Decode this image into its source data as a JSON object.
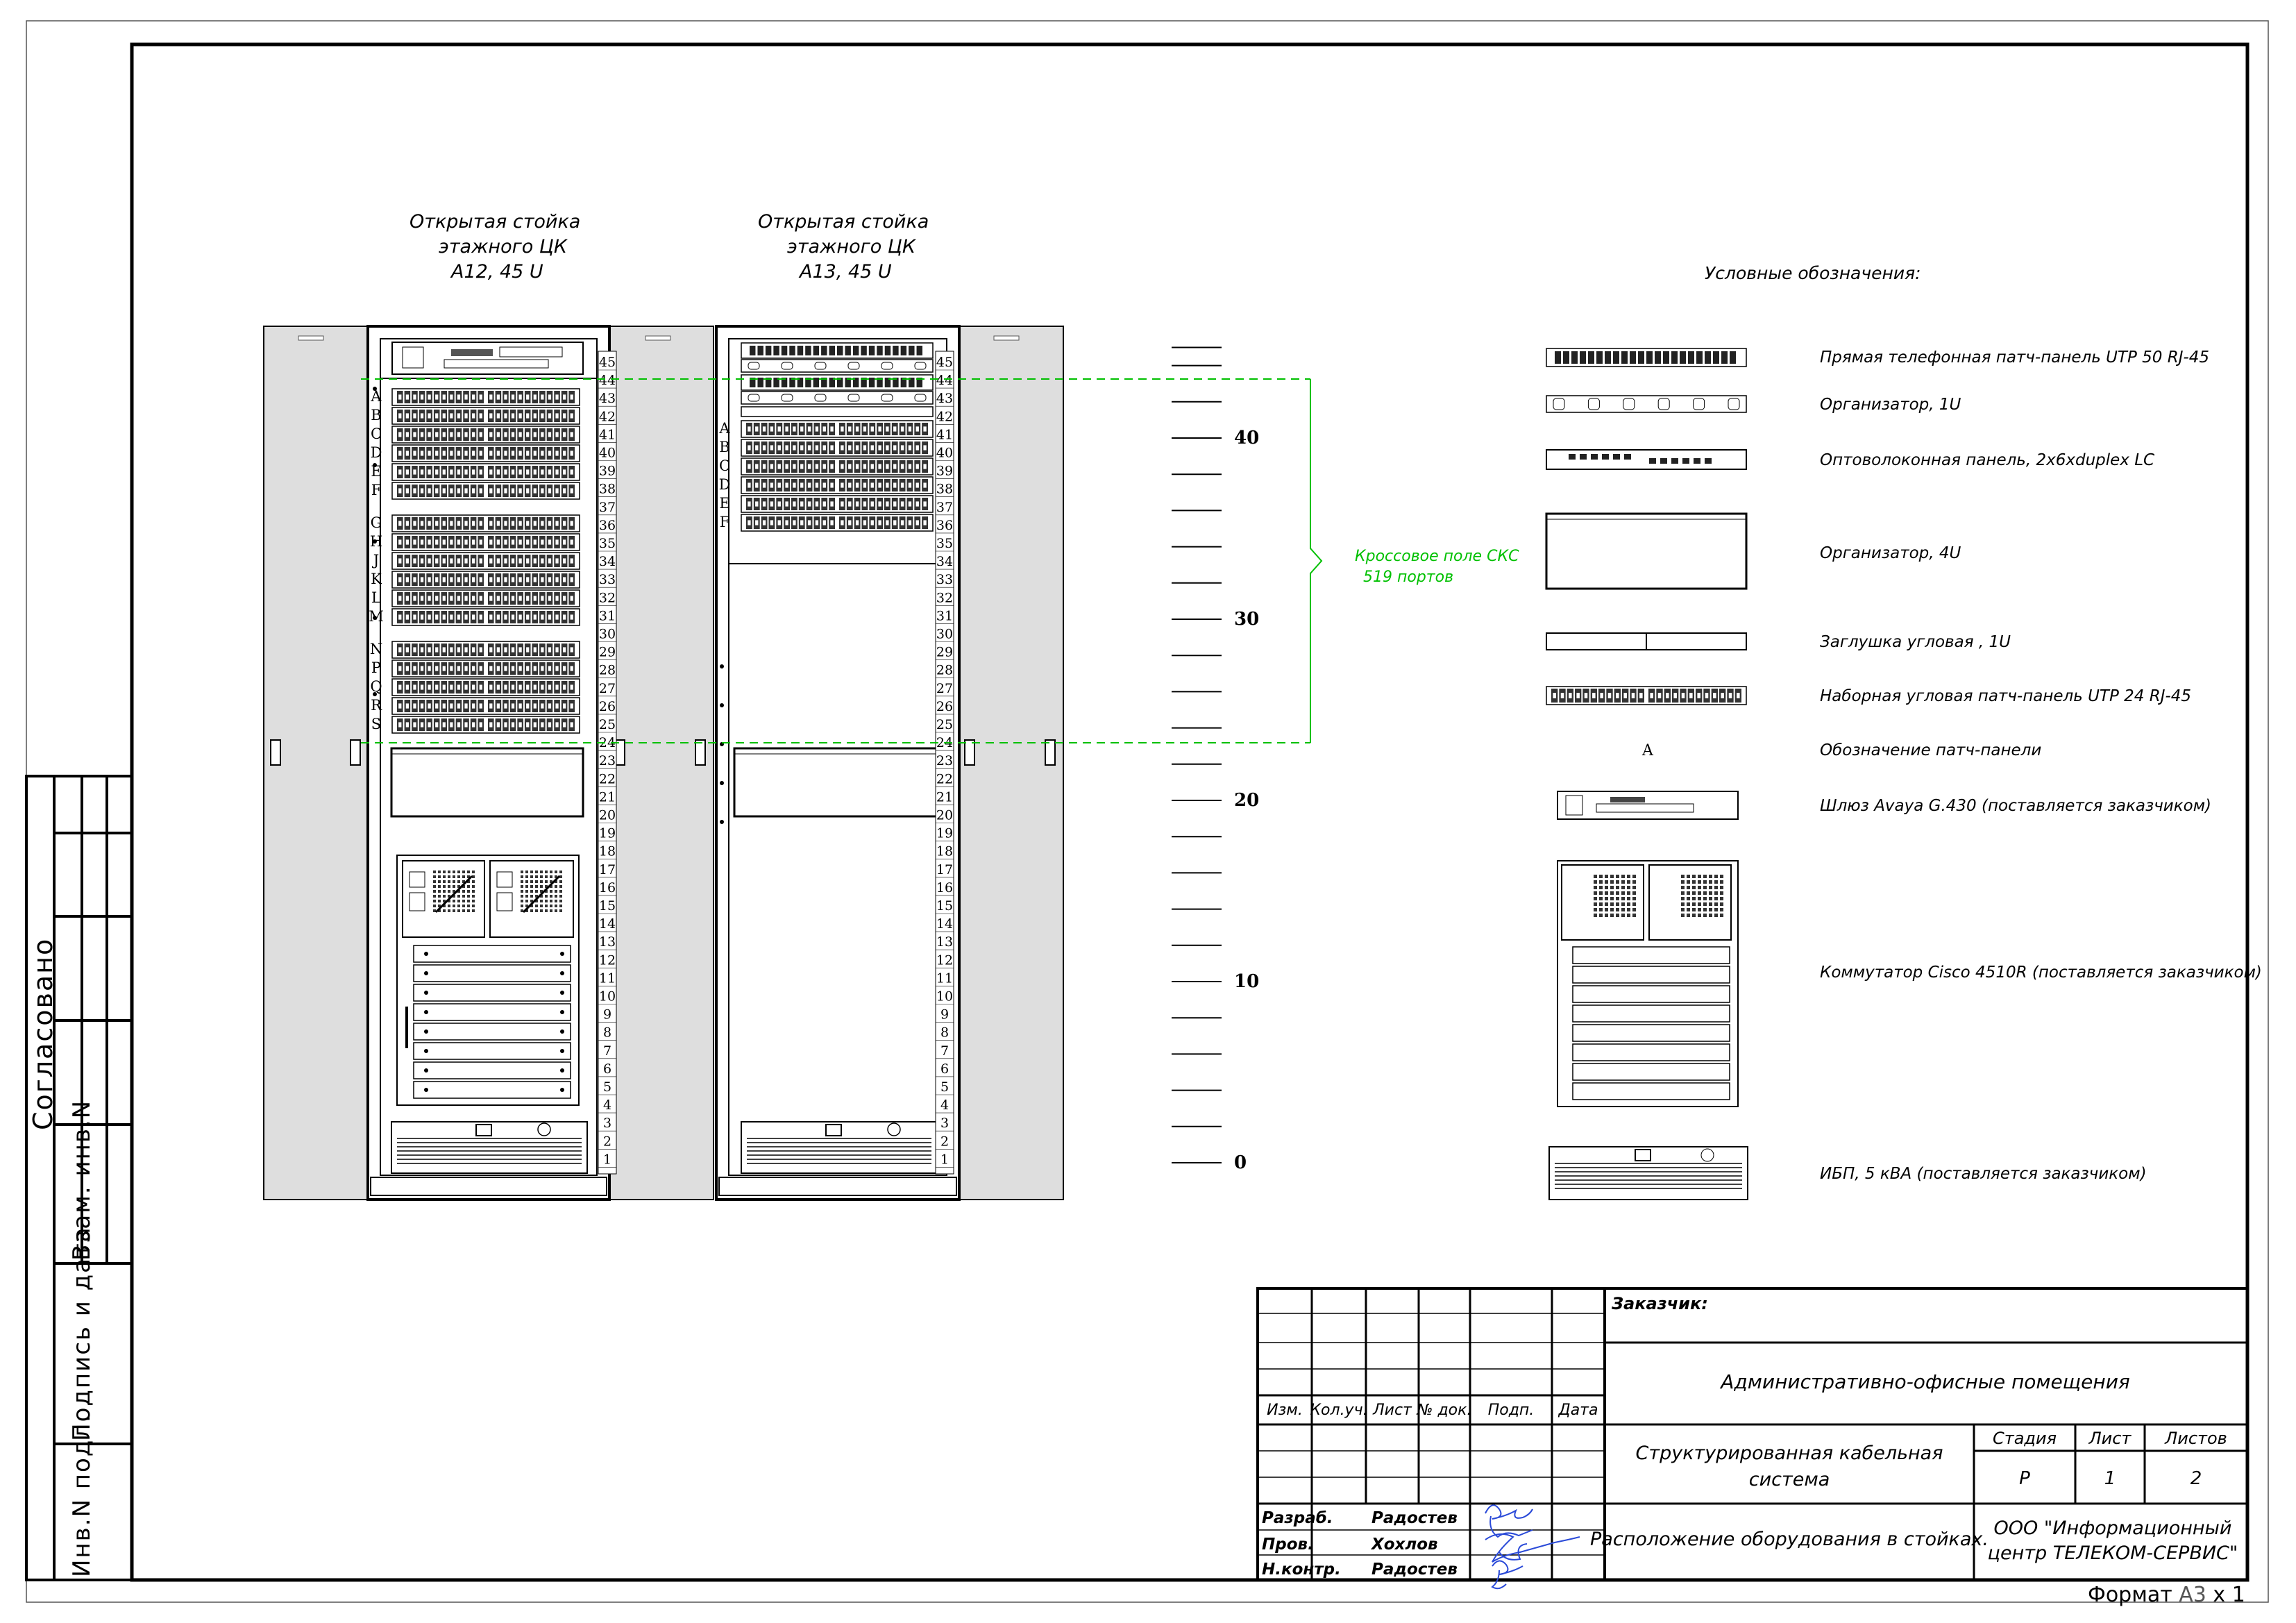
{
  "sheet": {
    "side_labels": {
      "agreed": "Согласовано",
      "inv_orig": "Инв.N подл.",
      "sign_date": "Подпись и дата",
      "swap_inv": "Взам. инв.N"
    },
    "format_word": "Формат",
    "format_size": "А3",
    "format_mult": "х 1"
  },
  "racks": [
    {
      "title": [
        "Открытая стойка",
        "этажного ЦК",
        "А12, 45 U"
      ],
      "rows": [
        "A",
        "B",
        "C",
        "D",
        "E",
        "F",
        "G",
        "H",
        "J",
        "K",
        "L",
        "M",
        "N",
        "P",
        "Q",
        "R",
        "S"
      ]
    },
    {
      "title": [
        "Открытая стойка",
        "этажного ЦК",
        "А13, 45 U"
      ],
      "rows": [
        "A",
        "B",
        "C",
        "D",
        "E",
        "F"
      ]
    }
  ],
  "scale": {
    "ticks": [
      "0",
      "10",
      "20",
      "30",
      "40"
    ]
  },
  "cross_field": {
    "line1": "Кроссовое поле СКС",
    "line2": "519 портов",
    "color": "#00c000"
  },
  "legend": {
    "title": "Условные обозначения:",
    "items": [
      {
        "icon": "telephone-patch-panel-icon",
        "label": "Прямая телефонная патч-панель UTP 50 RJ-45"
      },
      {
        "icon": "organizer-1u-icon",
        "label": "Организатор, 1U"
      },
      {
        "icon": "fiber-panel-icon",
        "label": "Оптоволоконная панель, 2x6xduplex LC"
      },
      {
        "icon": "organizer-4u-icon",
        "label": "Организатор, 4U"
      },
      {
        "icon": "blank-panel-icon",
        "label": "Заглушка угловая , 1U"
      },
      {
        "icon": "angled-patch-panel-icon",
        "label": "Наборная угловая патч-панель UTP 24 RJ-45"
      },
      {
        "icon": "panel-designation-icon",
        "symbol": "A",
        "label": "Обозначение патч-панели"
      },
      {
        "icon": "gateway-icon",
        "label": "Шлюз Avaya G.430 (поставляется заказчиком)"
      },
      {
        "icon": "switch-icon",
        "label": "Коммутатор Cisco 4510R (поставляется заказчиком)"
      },
      {
        "icon": "ups-icon",
        "label": "ИБП, 5 кВА  (поставляется заказчиком)"
      }
    ]
  },
  "title_block": {
    "customer_label": "Заказчик:",
    "object": "Административно-офисные помещения",
    "system_line1": "Структурированная кабельная",
    "system_line2": "система",
    "sheet_title": "Расположение оборудования в стойках.",
    "company_line1": "ООО \"Информационный",
    "company_line2": "центр ТЕЛЕКОМ-СЕРВИС\"",
    "headers": [
      "Изм.",
      "Кол.уч.",
      "Лист",
      "№ док.",
      "Подп.",
      "Дата"
    ],
    "stage_headers": [
      "Стадия",
      "Лист",
      "Листов"
    ],
    "stage_values": [
      "Р",
      "1",
      "2"
    ],
    "roles": [
      "Разраб.",
      "Пров.",
      "Н.контр."
    ],
    "names": [
      "Радостев",
      "Хохлов",
      "Радостев"
    ]
  }
}
